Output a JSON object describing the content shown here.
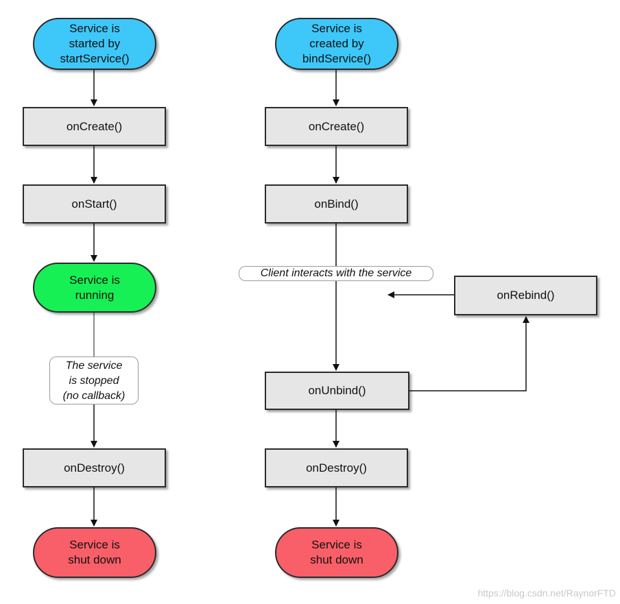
{
  "left": {
    "start": "Service is\nstarted by\nstartService()",
    "on_create": "onCreate()",
    "on_start": "onStart()",
    "running": "Service is\nrunning",
    "stopped_note": "The service\nis stopped\n(no callback)",
    "on_destroy": "onDestroy()",
    "shut_down": "Service is\nshut down"
  },
  "right": {
    "start": "Service is\ncreated by\nbindService()",
    "on_create": "onCreate()",
    "on_bind": "onBind()",
    "client_note": "Client interacts with the service",
    "on_rebind": "onRebind()",
    "on_unbind": "onUnbind()",
    "on_destroy": "onDestroy()",
    "shut_down": "Service is\nshut down"
  },
  "colors": {
    "start": "#3ec7f9",
    "running": "#16f055",
    "shut_down": "#f95f68",
    "method_box": "#e6e6e6"
  },
  "watermark": "https://blog.csdn.net/RaynorFTD"
}
